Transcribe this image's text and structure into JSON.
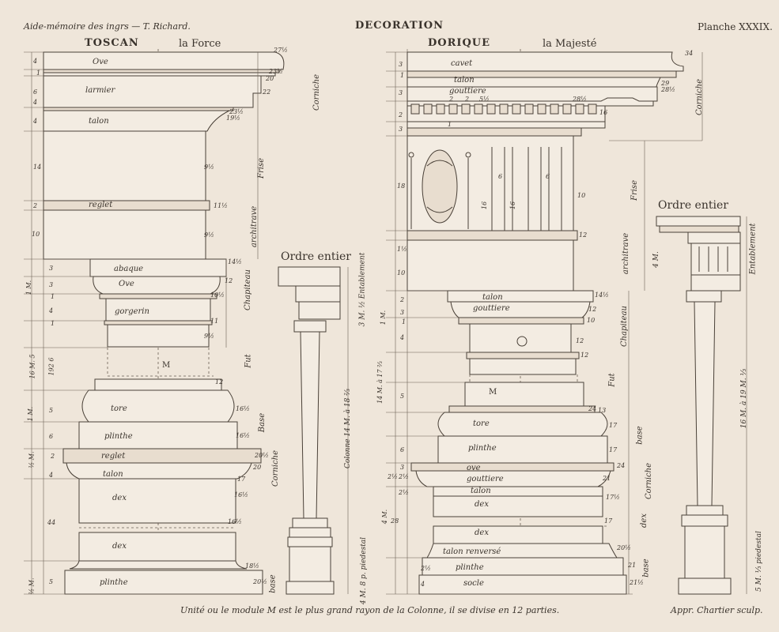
{
  "header": {
    "left": "Aide-mémoire des ingrs — T. Richard.",
    "center": "DECORATION",
    "right": "Planche XXXIX."
  },
  "toscan": {
    "title": "TOSCAN",
    "subtitle": "la Force",
    "labels": [
      "Ove",
      "larmier",
      "talon",
      "reglet",
      "abaque",
      "Ove",
      "gorgerin",
      "M",
      "tore",
      "plinthe",
      "reglet",
      "talon",
      "dex",
      "dex",
      "plinthe"
    ],
    "sections": [
      "Corniche",
      "Frise",
      "architrave",
      "Chapiteau",
      "Fut",
      "Base",
      "Corniche",
      "base"
    ],
    "left_numbers": [
      "4",
      "1",
      "6",
      "4",
      "4",
      "14",
      "2",
      "10",
      "3",
      "3",
      "1",
      "4",
      "1",
      "5",
      "6",
      "2",
      "4",
      "44",
      "5"
    ],
    "left_modules": [
      "1 M.",
      "192 6",
      "16 M. 5",
      "1 M.",
      "½ M.",
      "½ M."
    ],
    "right_numbers": [
      "27½",
      "23½",
      "20",
      "22",
      "23½",
      "19½",
      "9½",
      "11½",
      "9½",
      "14½",
      "12",
      "10½",
      "11",
      "9½",
      "12",
      "16½",
      "16½",
      "20½",
      "20",
      "17",
      "16½",
      "16½",
      "18½",
      "20½"
    ]
  },
  "ordre_toscan": {
    "title": "Ordre entier",
    "labels": [
      "3 M. ½ Entablement",
      "Colonne 14 M. à 18 ⅔",
      "4 M. 8 p. piedestal"
    ]
  },
  "dorique": {
    "title": "DORIQUE",
    "subtitle": "la Majesté",
    "labels": [
      "cavet",
      "talon",
      "gouttiere",
      "talon",
      "gouttiere",
      "M",
      "tore",
      "plinthe",
      "ove",
      "gouttiere",
      "talon",
      "dex",
      "dex",
      "talon renversé",
      "plinthe",
      "socle"
    ],
    "sections": [
      "Corniche",
      "Frise",
      "architrave",
      "Chapiteau",
      "Fut",
      "base",
      "Corniche",
      "dex",
      "base"
    ],
    "left_numbers": [
      "3",
      "1",
      "3",
      "2",
      "3",
      "18",
      "1½",
      "10",
      "2",
      "3",
      "1",
      "4",
      "5",
      "6",
      "3",
      "2½",
      "2½",
      "2½",
      "28",
      "2½",
      "4"
    ],
    "left_modules": [
      "1 M.",
      "14 M. à 17 ⅔",
      "4 M."
    ],
    "right_numbers": [
      "34",
      "29",
      "28½",
      "28½",
      "16",
      "1",
      "10",
      "12",
      "14½",
      "12",
      "10",
      "12",
      "12",
      "24",
      "13",
      "17",
      "17",
      "24",
      "21",
      "17½",
      "17",
      "20½",
      "21",
      "21½"
    ],
    "inner": [
      "2",
      "2",
      "5½",
      "16",
      "6",
      "6",
      "16"
    ]
  },
  "ordre_dorique": {
    "title": "Ordre entier",
    "labels": [
      "4 M.",
      "Entablement",
      "16 M. à 19 M. ⅓",
      "5 M. ⅓ piedestal"
    ]
  },
  "footer": {
    "caption": "Unité ou le module M est le plus grand rayon de la Colonne, il se divise en 12 parties.",
    "credit": "Appr. Chartier sculp."
  }
}
